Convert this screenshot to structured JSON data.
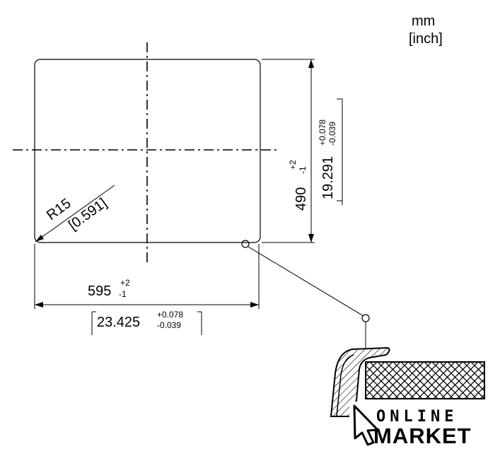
{
  "units": {
    "primary": "mm",
    "secondary": "[inch]"
  },
  "width": {
    "value": "595",
    "tol_plus": "+2",
    "tol_minus": "-1",
    "inch_value": "23.425",
    "inch_tol_plus": "+0.078",
    "inch_tol_minus": "-0.039"
  },
  "height": {
    "value": "490",
    "tol_plus": "+2",
    "tol_minus": "-1",
    "inch_value": "19.291",
    "inch_tol_plus": "+0.078",
    "inch_tol_minus": "-0.039"
  },
  "radius": {
    "value": "R15",
    "inch_value": "[0.591]"
  },
  "logo": {
    "line1": "ONLINE",
    "line2": "MARKET"
  },
  "colors": {
    "ink": "#000000",
    "background": "#ffffff"
  }
}
